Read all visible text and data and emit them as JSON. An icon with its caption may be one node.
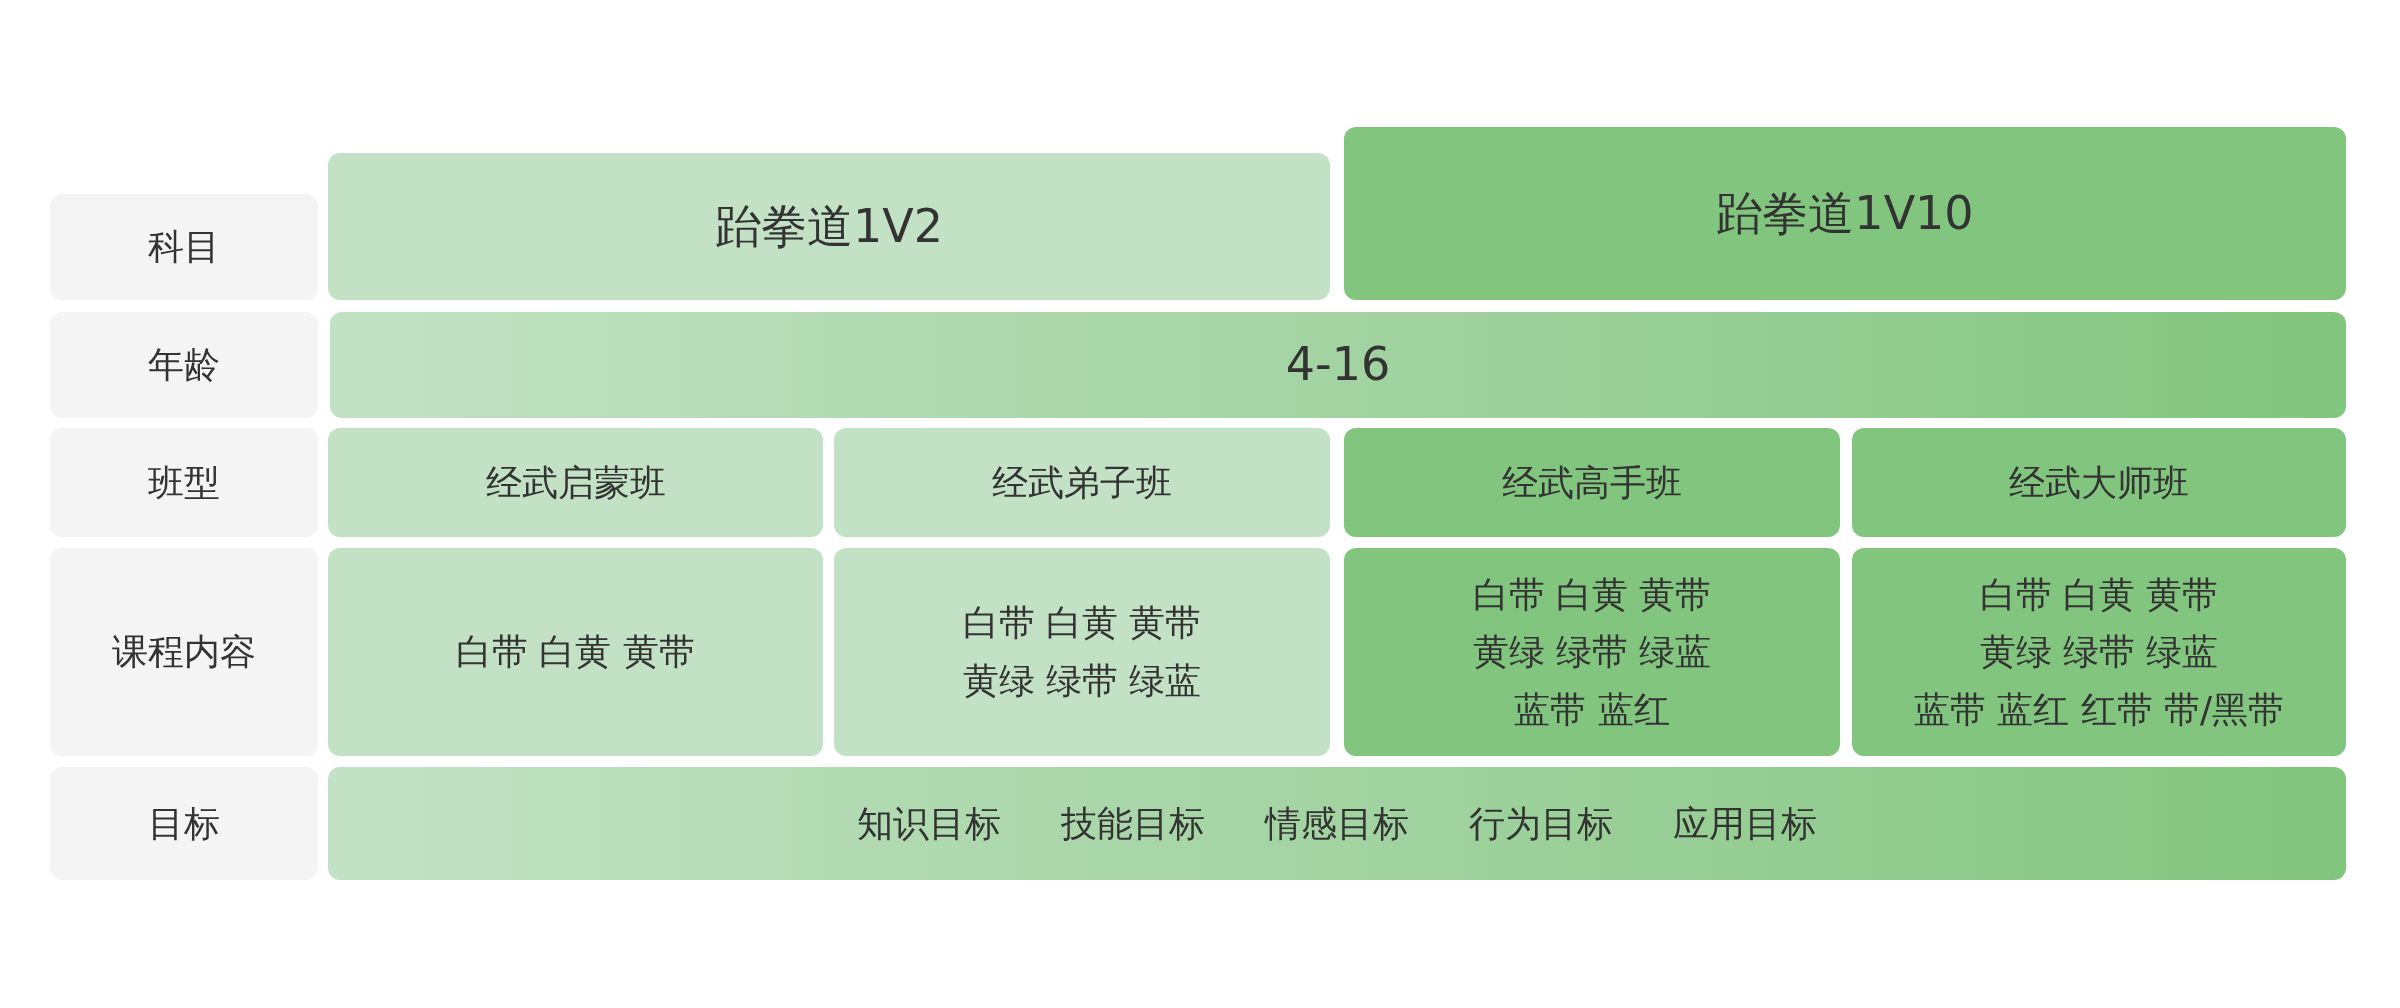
{
  "diagram": {
    "nodes": [
      {
        "text": [
          "科目"
        ]
      },
      {
        "text": [
          "跆拳道1V2"
        ]
      },
      {
        "text": [
          "跆拳道1V10"
        ]
      },
      {
        "text": [
          "年龄"
        ]
      },
      {
        "text": [
          "4-16"
        ]
      },
      {
        "text": [
          "班型"
        ]
      },
      {
        "text": [
          "经武启蒙班"
        ]
      },
      {
        "text": [
          "经武弟子班"
        ]
      },
      {
        "text": [
          "经武高手班"
        ]
      },
      {
        "text": [
          "经武大师班"
        ]
      },
      {
        "text": [
          "课程内容"
        ]
      },
      {
        "text": [
          "白带 白黄 黄带"
        ]
      },
      {
        "text": [
          "白带 白黄 黄带",
          "黄绿 绿带 绿蓝"
        ]
      },
      {
        "text": [
          "白带 白黄 黄带",
          "黄绿 绿带 绿蓝",
          "蓝带 蓝红"
        ]
      },
      {
        "text": [
          "白带 白黄 黄带",
          "黄绿 绿带 绿蓝",
          "蓝带 蓝红 红带 带/黑带"
        ]
      },
      {
        "text": [
          "目标"
        ]
      },
      {
        "text": [
          "知识目标",
          "技能目标",
          "情感目标",
          "行为目标",
          "应用目标"
        ]
      }
    ]
  }
}
